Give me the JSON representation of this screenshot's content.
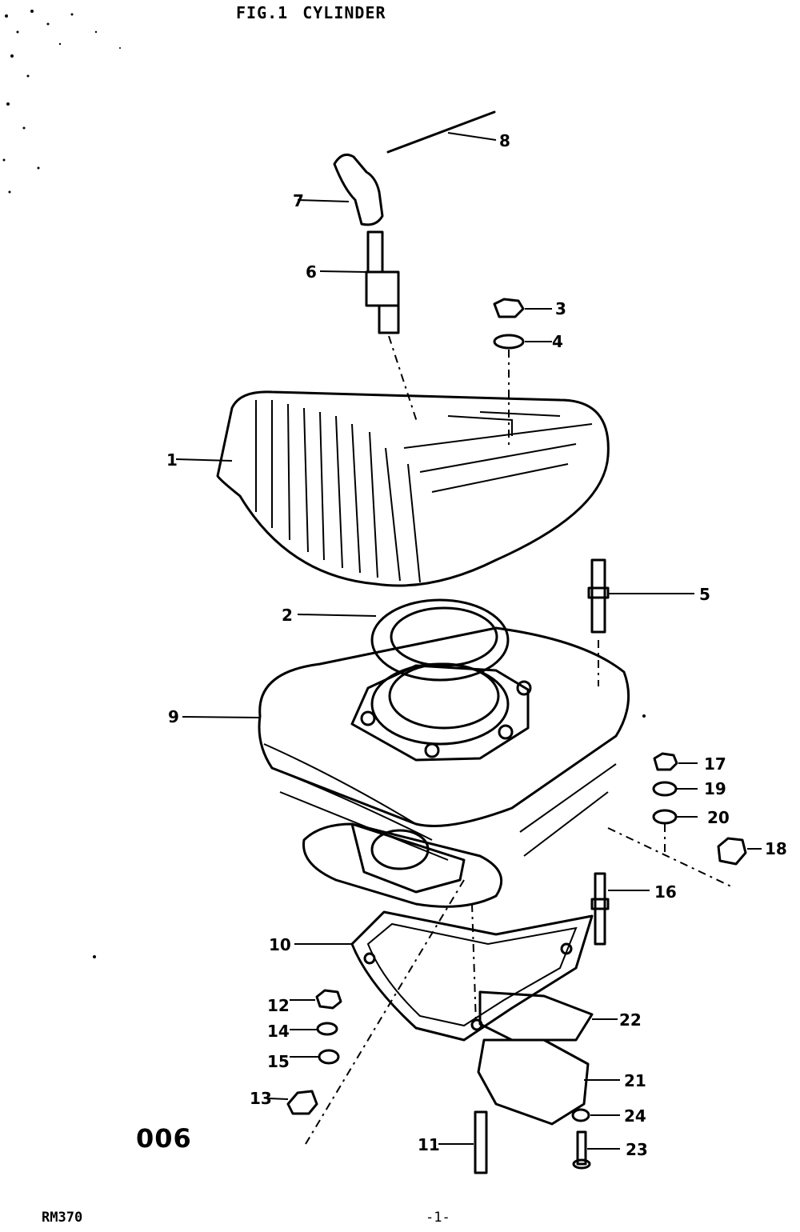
{
  "header": {
    "fig": "FIG.1",
    "name": "CYLINDER"
  },
  "footer": {
    "code": "006",
    "model": "RM370",
    "page": "-1-"
  },
  "callouts": {
    "c1": "1",
    "c2": "2",
    "c3": "3",
    "c4": "4",
    "c5": "5",
    "c6": "6",
    "c7": "7",
    "c8": "8",
    "c9": "9",
    "c10": "10",
    "c11": "11",
    "c12": "12",
    "c13": "13",
    "c14": "14",
    "c15": "15",
    "c16": "16",
    "c17": "17",
    "c18": "18",
    "c19": "19",
    "c20": "20",
    "c21": "21",
    "c22": "22",
    "c23": "23",
    "c24": "24"
  }
}
